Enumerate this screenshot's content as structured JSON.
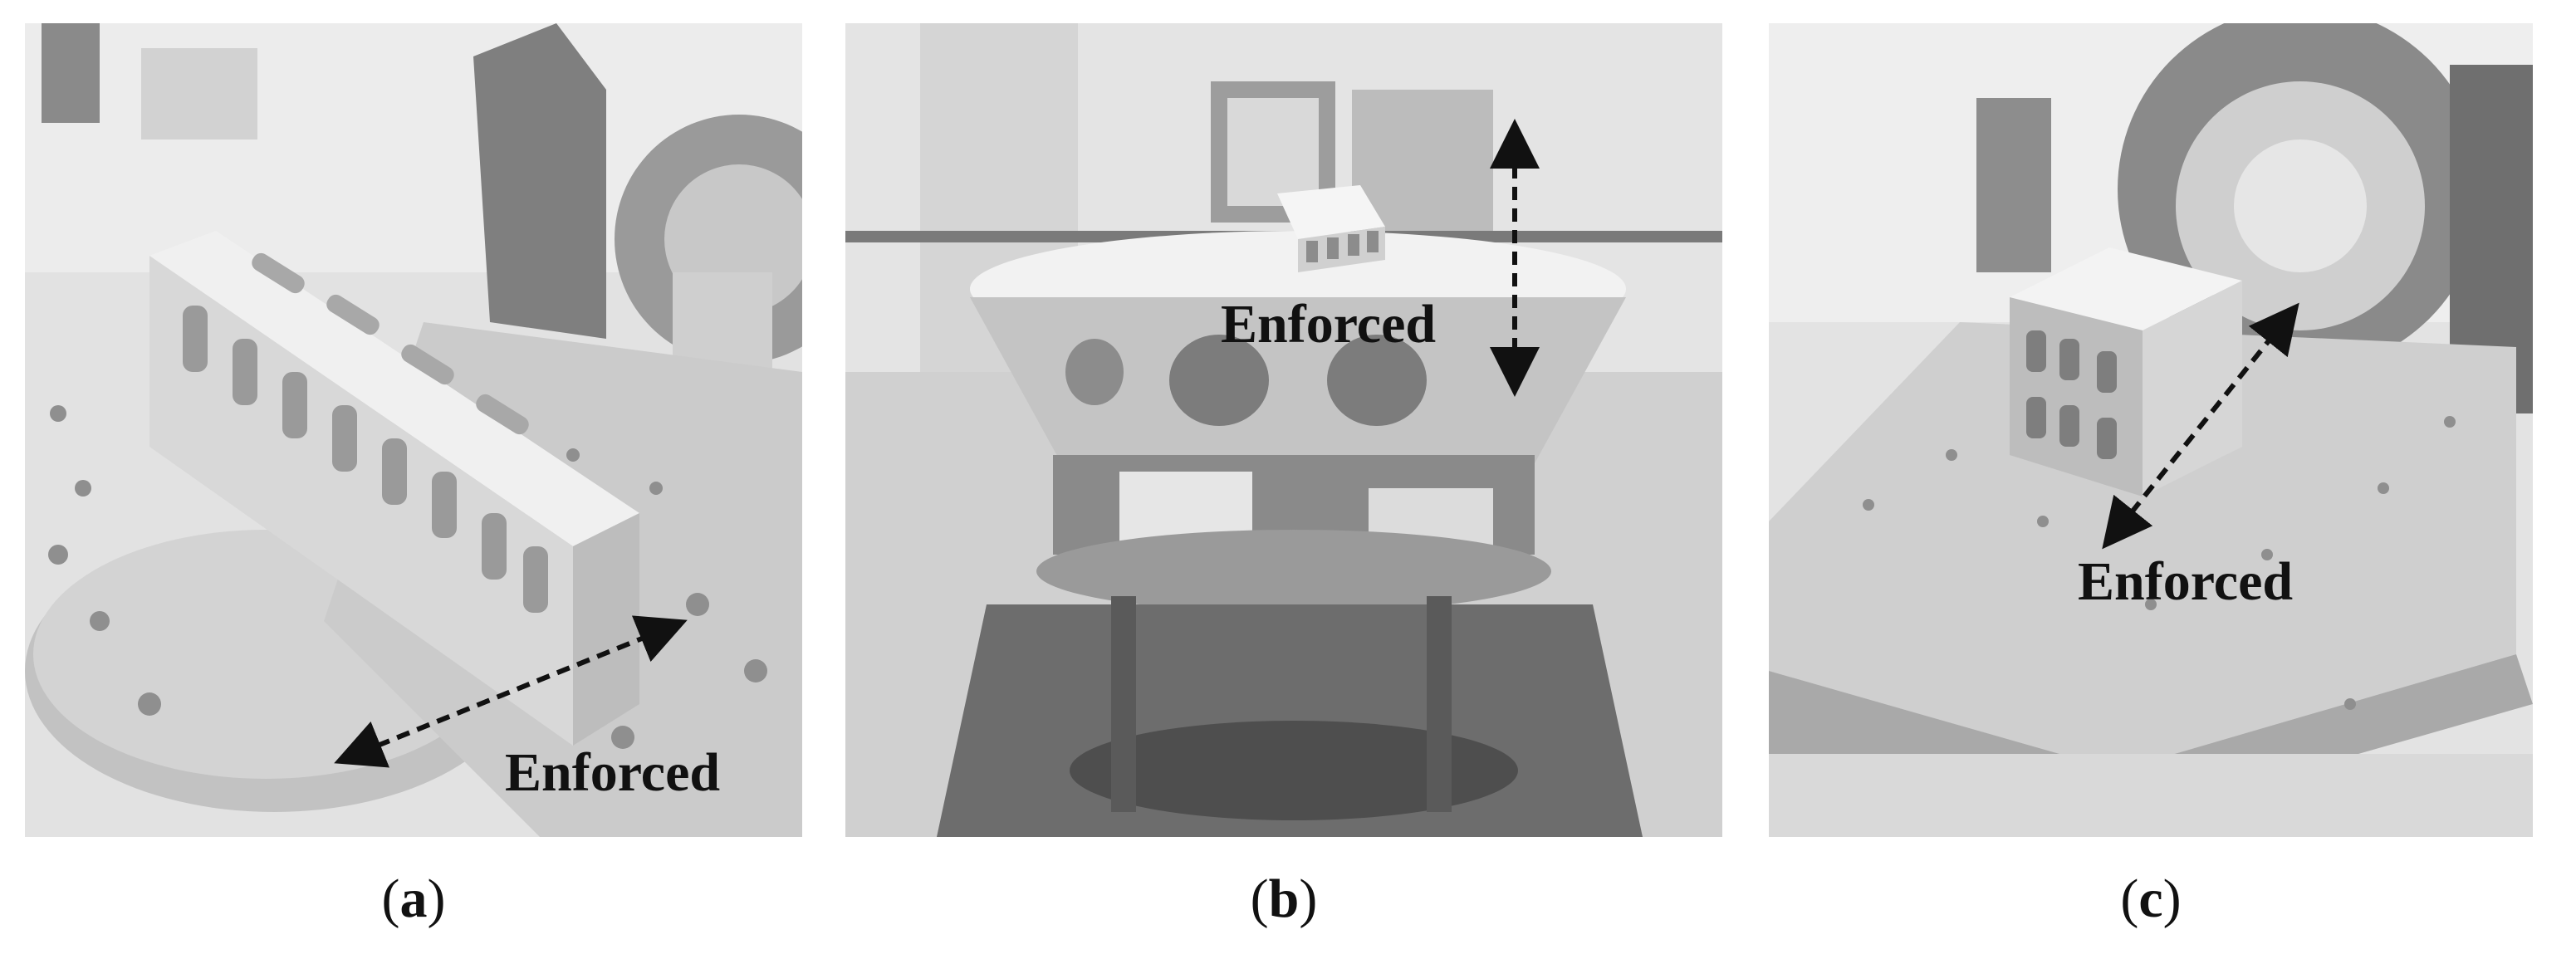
{
  "panels": [
    {
      "id": "a",
      "photo": "vibration test fixture with long cube-sat frame on slip table",
      "annotation": "Enforced",
      "caption_open": "(",
      "caption_letter": "a",
      "caption_close": ")"
    },
    {
      "id": "b",
      "photo": "cube-sat frame on top of conical fixture on vertical shaker",
      "annotation": "Enforced",
      "caption_open": "(",
      "caption_letter": "b",
      "caption_close": ")"
    },
    {
      "id": "c",
      "photo": "cube-sat frame mounted on horizontal slip table of shaker",
      "annotation": "Enforced",
      "caption_open": "(",
      "caption_letter": "c",
      "caption_close": ")"
    }
  ],
  "colors": {
    "background": "#ffffff",
    "photo_base": "#dcdcdc",
    "annotation": "#111111"
  }
}
